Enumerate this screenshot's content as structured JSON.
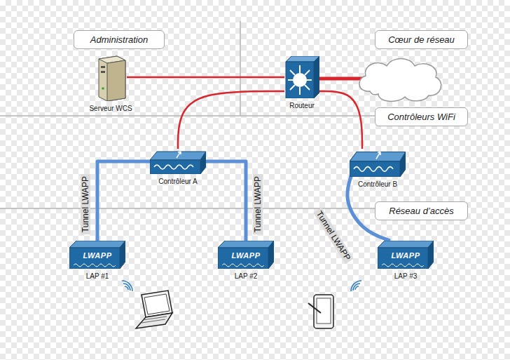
{
  "diagram": {
    "nodes": [
      {
        "text": [
          "Administration"
        ]
      },
      {
        "text": [
          "Cœur de réseau"
        ]
      },
      {
        "text": [
          "Serveur WCS"
        ]
      },
      {
        "text": [
          "Routeur"
        ]
      },
      {
        "text": [
          "Contrôleurs WiFi"
        ]
      },
      {
        "text": [
          "Contrôleur A"
        ]
      },
      {
        "text": [
          "Contrôleur B"
        ]
      },
      {
        "text": [
          "Réseau d’accès"
        ]
      },
      {
        "text": [
          "LWAPP",
          "LAP #1"
        ]
      },
      {
        "text": [
          "LWAPP",
          "LAP #2"
        ]
      },
      {
        "text": [
          "LWAPP",
          "LAP #3"
        ]
      }
    ],
    "edges": [
      {
        "from": 2,
        "to": 3,
        "arrow": "none"
      },
      {
        "from": 3,
        "to": 5,
        "arrow": "none"
      },
      {
        "from": 3,
        "to": 6,
        "arrow": "none"
      },
      {
        "from": 5,
        "to": 8,
        "label": "Tunnel LWAPP",
        "arrow": "none"
      },
      {
        "from": 5,
        "to": 9,
        "label": "Tunnel LWAPP",
        "arrow": "none"
      },
      {
        "from": 6,
        "to": 10,
        "label": "Tunnel LWAPP",
        "arrow": "none"
      }
    ]
  }
}
